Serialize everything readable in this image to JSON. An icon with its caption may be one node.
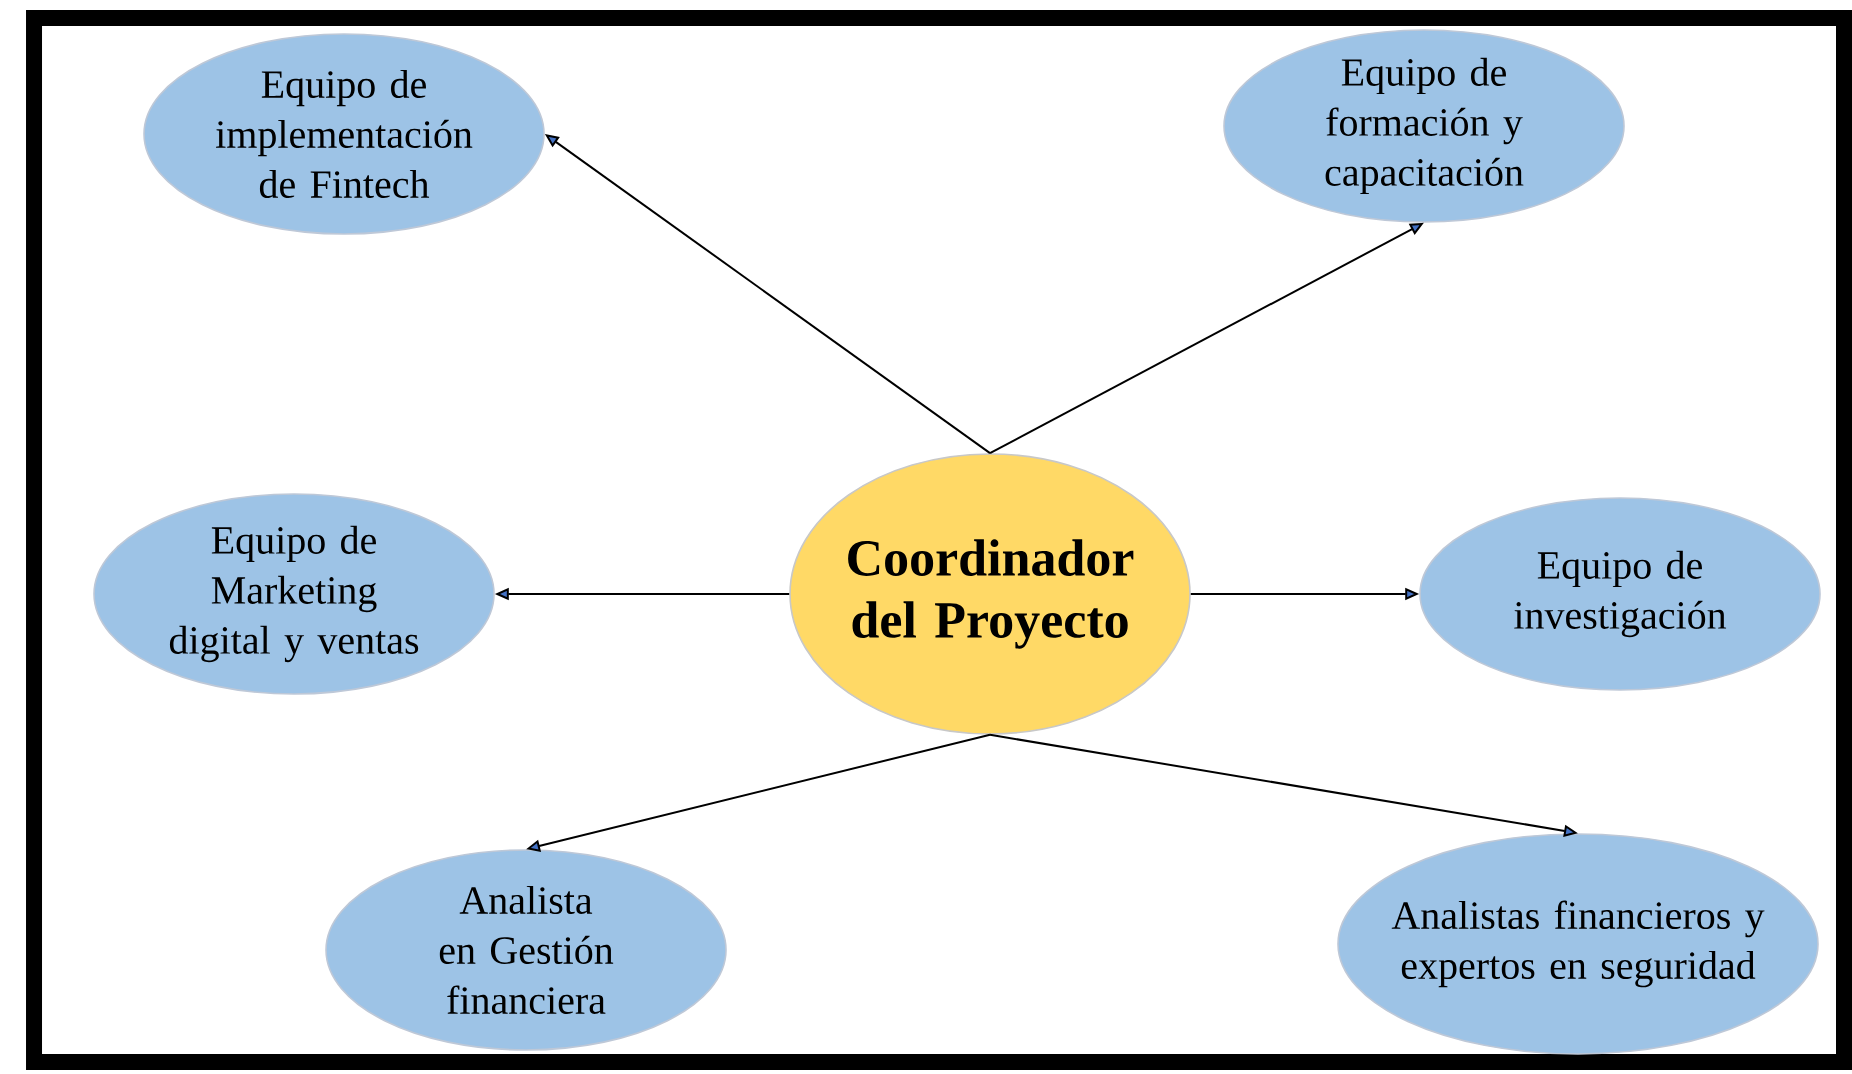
{
  "diagram": {
    "nodes": [
      {
        "text": [
          "Coordinador del Proyecto"
        ]
      },
      {
        "text": [
          "Equipo de implementación de Fintech"
        ]
      },
      {
        "text": [
          "Equipo de formación y capacitación"
        ]
      },
      {
        "text": [
          "Equipo de Marketing digital y ventas"
        ]
      },
      {
        "text": [
          "Equipo de investigación"
        ]
      },
      {
        "text": [
          "Analista en Gestión financiera"
        ]
      },
      {
        "text": [
          "Analistas financieros y expertos en seguridad"
        ]
      }
    ],
    "edges": [
      {
        "from": 0,
        "to": 1,
        "arrow": "to"
      },
      {
        "from": 0,
        "to": 2,
        "arrow": "to"
      },
      {
        "from": 0,
        "to": 3,
        "arrow": "to"
      },
      {
        "from": 0,
        "to": 4,
        "arrow": "to"
      },
      {
        "from": 0,
        "to": 5,
        "arrow": "to"
      },
      {
        "from": 0,
        "to": 6,
        "arrow": "to"
      }
    ]
  }
}
